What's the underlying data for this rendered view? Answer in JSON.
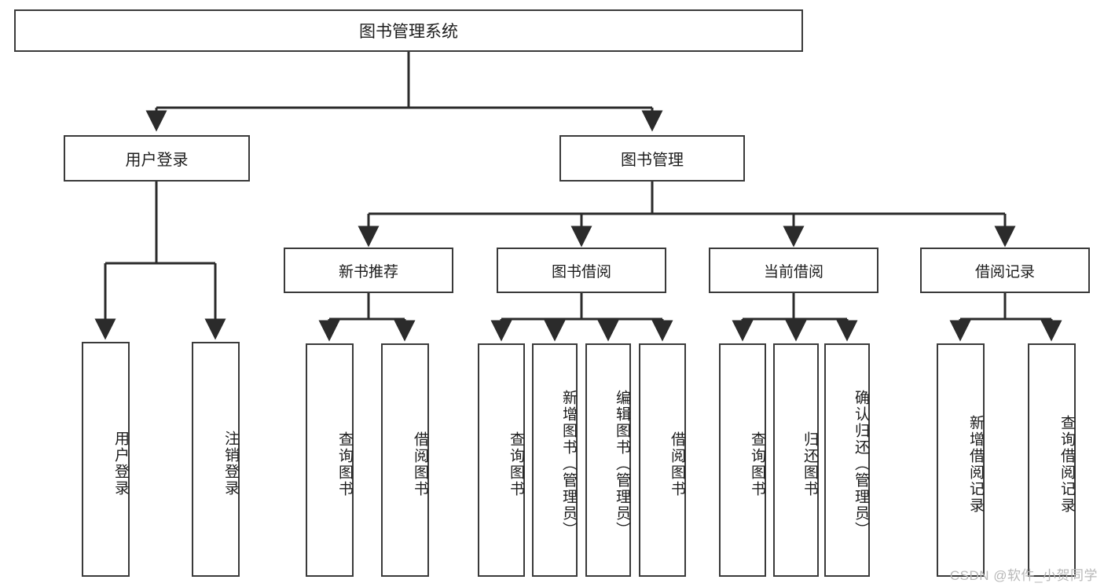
{
  "diagram": {
    "type": "tree-hierarchy",
    "title": "图书管理系统",
    "root": {
      "label": "图书管理系统"
    },
    "level2": [
      {
        "id": "user-login",
        "label": "用户登录"
      },
      {
        "id": "book-management",
        "label": "图书管理"
      }
    ],
    "level3": [
      {
        "id": "new-book-recommend",
        "label": "新书推荐",
        "parent": "book-management"
      },
      {
        "id": "book-borrow",
        "label": "图书借阅",
        "parent": "book-management"
      },
      {
        "id": "current-borrow",
        "label": "当前借阅",
        "parent": "book-management"
      },
      {
        "id": "borrow-record",
        "label": "借阅记录",
        "parent": "book-management"
      }
    ],
    "leaves": [
      {
        "id": "user-login-action",
        "label": "用户登录",
        "parent": "user-login"
      },
      {
        "id": "user-logout-action",
        "label": "注销登录",
        "parent": "user-login"
      },
      {
        "id": "query-book-rec",
        "label": "查询图书",
        "parent": "new-book-recommend"
      },
      {
        "id": "borrow-book-rec",
        "label": "借阅图书",
        "parent": "new-book-recommend"
      },
      {
        "id": "query-book-borrow",
        "label": "查询图书",
        "parent": "book-borrow"
      },
      {
        "id": "add-book-admin",
        "label": "新增图书（管理员）",
        "parent": "book-borrow"
      },
      {
        "id": "edit-book-admin",
        "label": "编辑图书（管理员）",
        "parent": "book-borrow"
      },
      {
        "id": "borrow-book",
        "label": "借阅图书",
        "parent": "book-borrow"
      },
      {
        "id": "query-book-current",
        "label": "查询图书",
        "parent": "current-borrow"
      },
      {
        "id": "return-book",
        "label": "归还图书",
        "parent": "current-borrow"
      },
      {
        "id": "confirm-return-admin",
        "label": "确认归还（管理员）",
        "parent": "current-borrow"
      },
      {
        "id": "add-borrow-record",
        "label": "新增借阅记录",
        "parent": "borrow-record"
      },
      {
        "id": "query-borrow-record",
        "label": "查询借阅记录",
        "parent": "borrow-record"
      }
    ],
    "watermark": "CSDN @软件_小贺同学",
    "colors": {
      "border": "#3a3a3a",
      "fill": "#ffffff",
      "text": "#1c1c1c",
      "wire": "#2b2b2b",
      "watermark": "#b8b8b8",
      "background": "#ffffff"
    }
  }
}
